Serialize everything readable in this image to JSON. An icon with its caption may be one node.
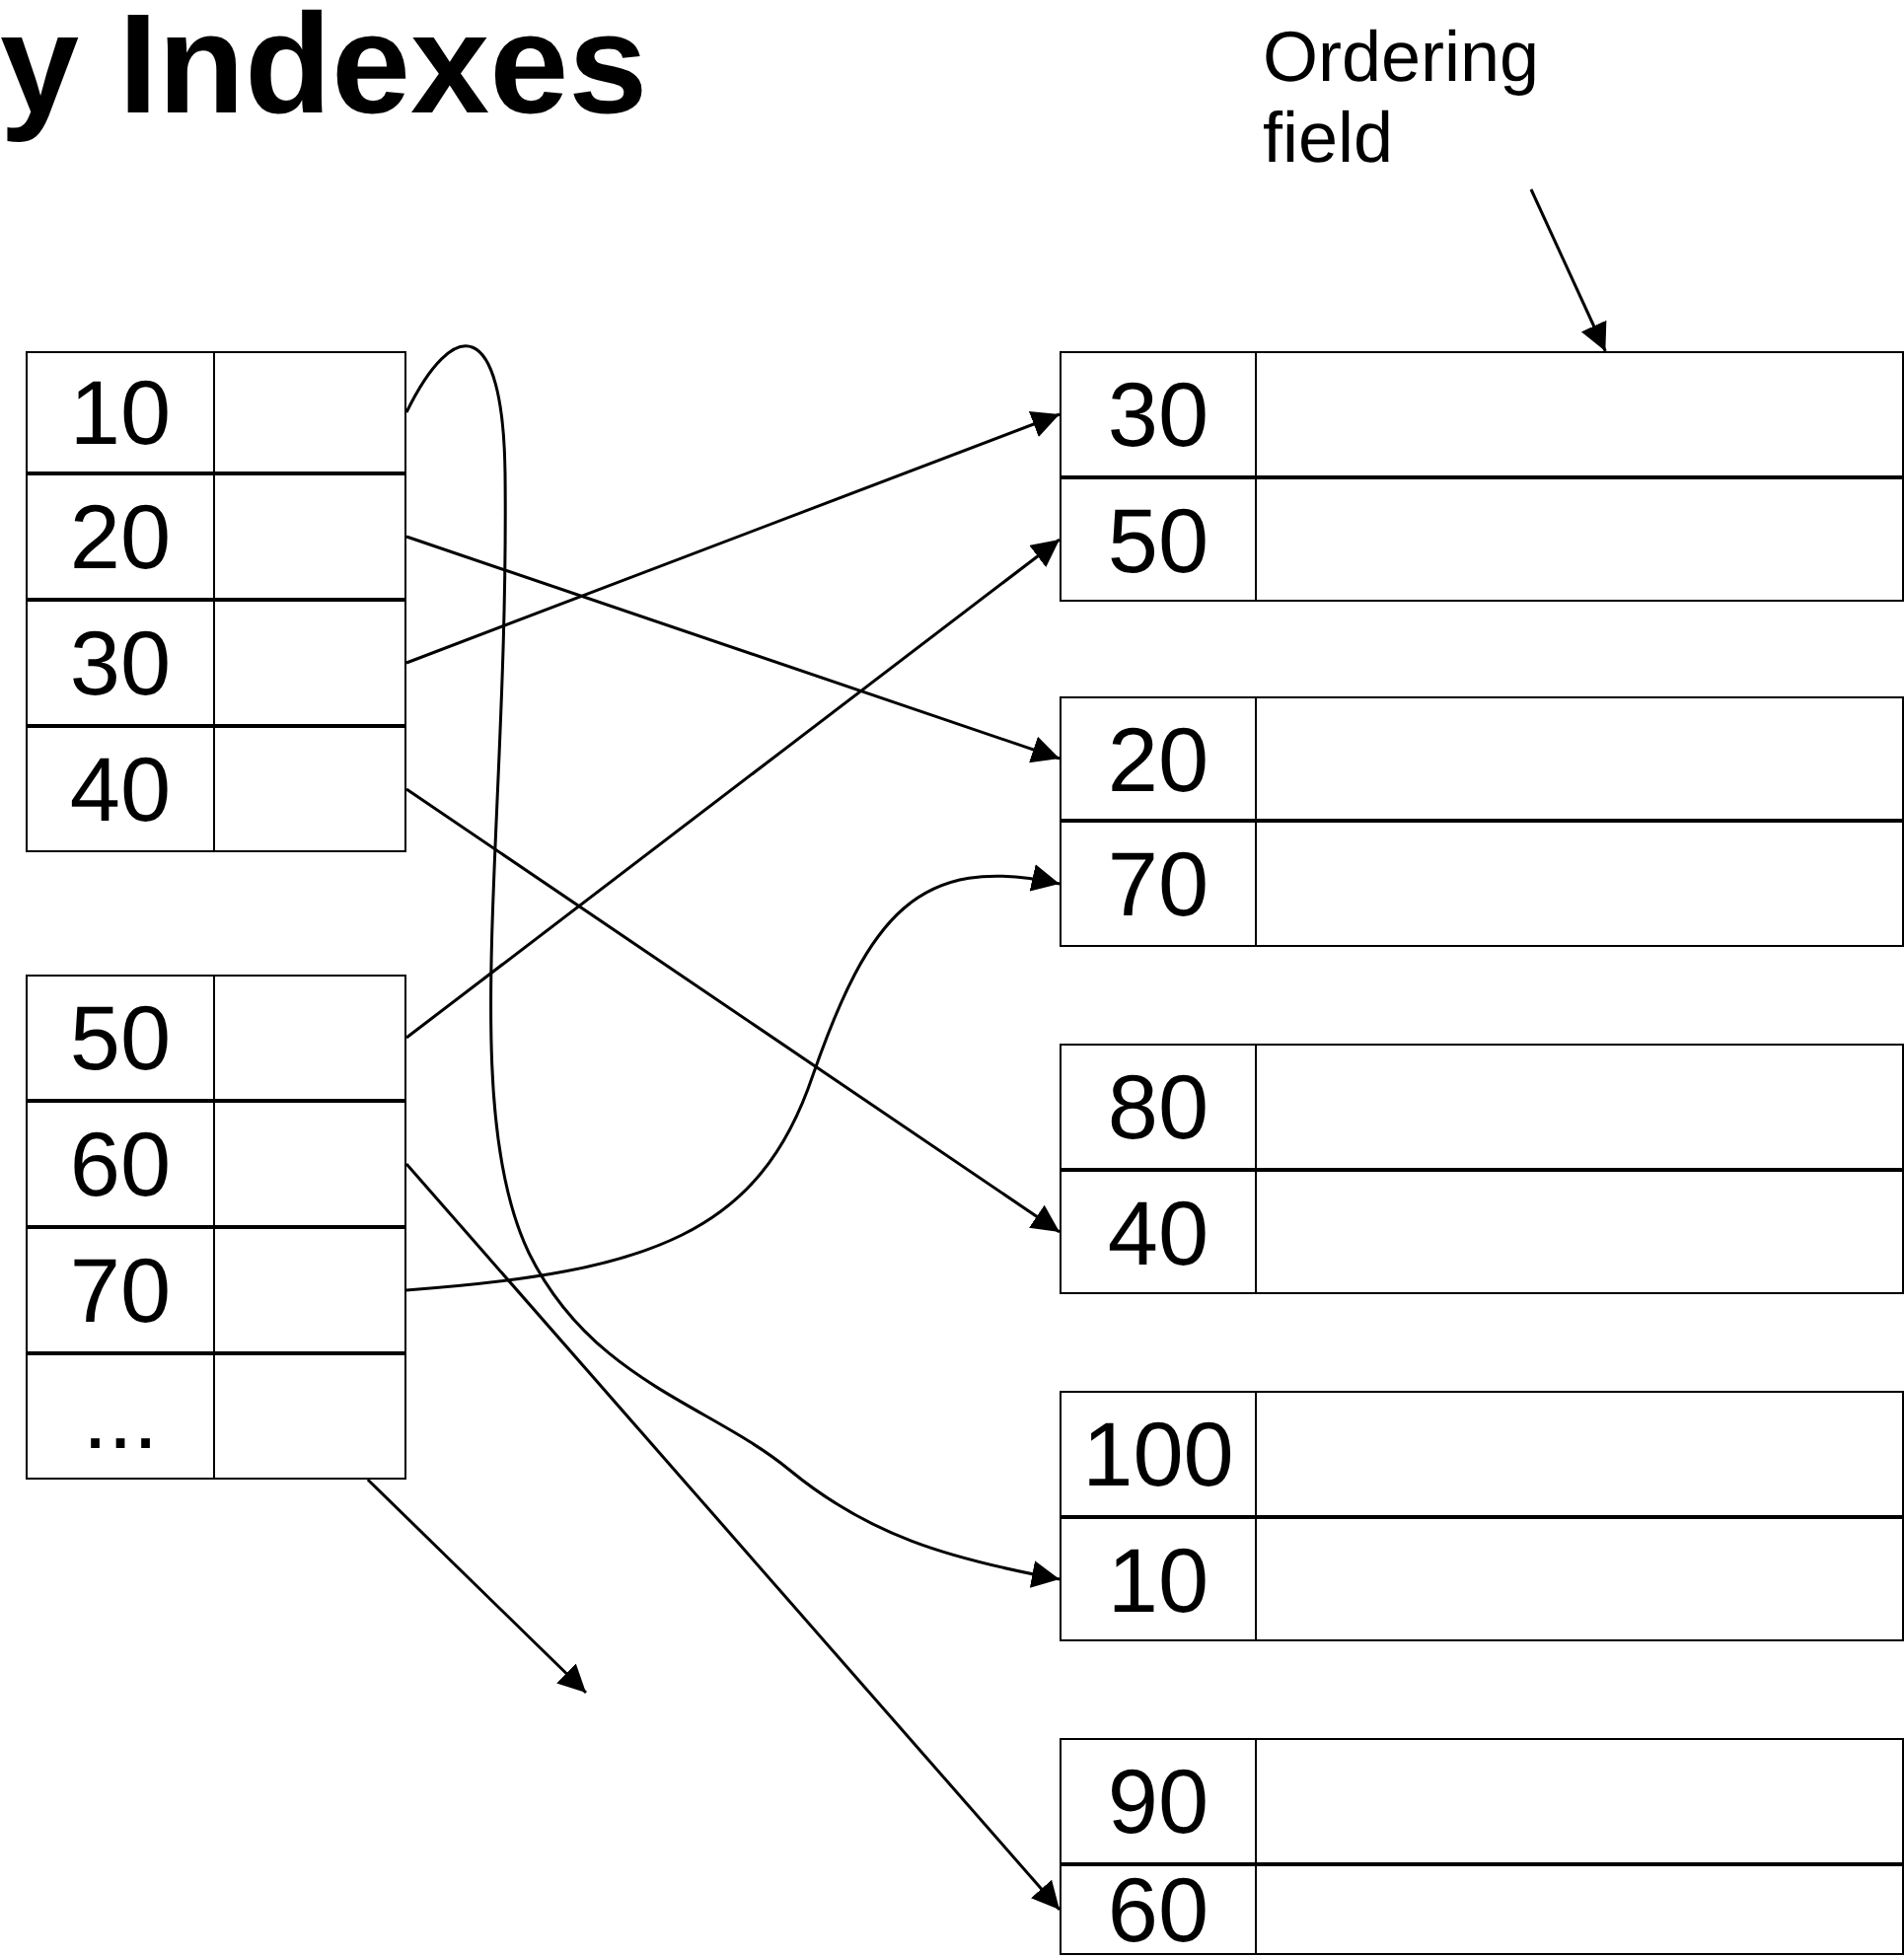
{
  "diagram": {
    "title": "y Indexes",
    "nodes": [
      {
        "text": [
          "Ordering field"
        ]
      },
      {
        "text": [
          "10"
        ]
      },
      {
        "text": [],
        "shape": "box"
      },
      {
        "text": [
          "20"
        ]
      },
      {
        "text": [],
        "shape": "box"
      },
      {
        "text": [
          "30"
        ]
      },
      {
        "text": [],
        "shape": "box"
      },
      {
        "text": [
          "40"
        ]
      },
      {
        "text": [],
        "shape": "box"
      },
      {
        "text": [
          "50"
        ]
      },
      {
        "text": [],
        "shape": "box"
      },
      {
        "text": [
          "60"
        ]
      },
      {
        "text": [],
        "shape": "box"
      },
      {
        "text": [
          "70"
        ]
      },
      {
        "text": [],
        "shape": "box"
      },
      {
        "text": [
          "..."
        ]
      },
      {
        "text": [],
        "shape": "box"
      },
      {
        "text": [
          "30"
        ]
      },
      {
        "text": [],
        "shape": "box"
      },
      {
        "text": [
          "50"
        ]
      },
      {
        "text": [],
        "shape": "box"
      },
      {
        "text": [
          "20"
        ]
      },
      {
        "text": [],
        "shape": "box"
      },
      {
        "text": [
          "70"
        ]
      },
      {
        "text": [],
        "shape": "box"
      },
      {
        "text": [
          "80"
        ]
      },
      {
        "text": [],
        "shape": "box"
      },
      {
        "text": [
          "40"
        ]
      },
      {
        "text": [],
        "shape": "box"
      },
      {
        "text": [
          "100"
        ]
      },
      {
        "text": [],
        "shape": "box"
      },
      {
        "text": [
          "10"
        ]
      },
      {
        "text": [],
        "shape": "box"
      },
      {
        "text": [
          "90"
        ]
      },
      {
        "text": [],
        "shape": "box"
      },
      {
        "text": [
          "60"
        ]
      },
      {
        "text": [],
        "shape": "box"
      }
    ],
    "edges": [
      {
        "from": 0,
        "to": 18,
        "arrow": "to"
      },
      {
        "from": 2,
        "to": 31,
        "arrow": "to"
      },
      {
        "from": 4,
        "to": 21,
        "arrow": "to"
      },
      {
        "from": 6,
        "to": 17,
        "arrow": "to"
      },
      {
        "from": 8,
        "to": 27,
        "arrow": "to"
      },
      {
        "from": 10,
        "to": 19,
        "arrow": "to"
      },
      {
        "from": 12,
        "to": 35,
        "arrow": "to"
      },
      {
        "from": 14,
        "to": 23,
        "arrow": "to"
      },
      {
        "from": 16,
        "to": null,
        "arrow": "to"
      }
    ]
  }
}
